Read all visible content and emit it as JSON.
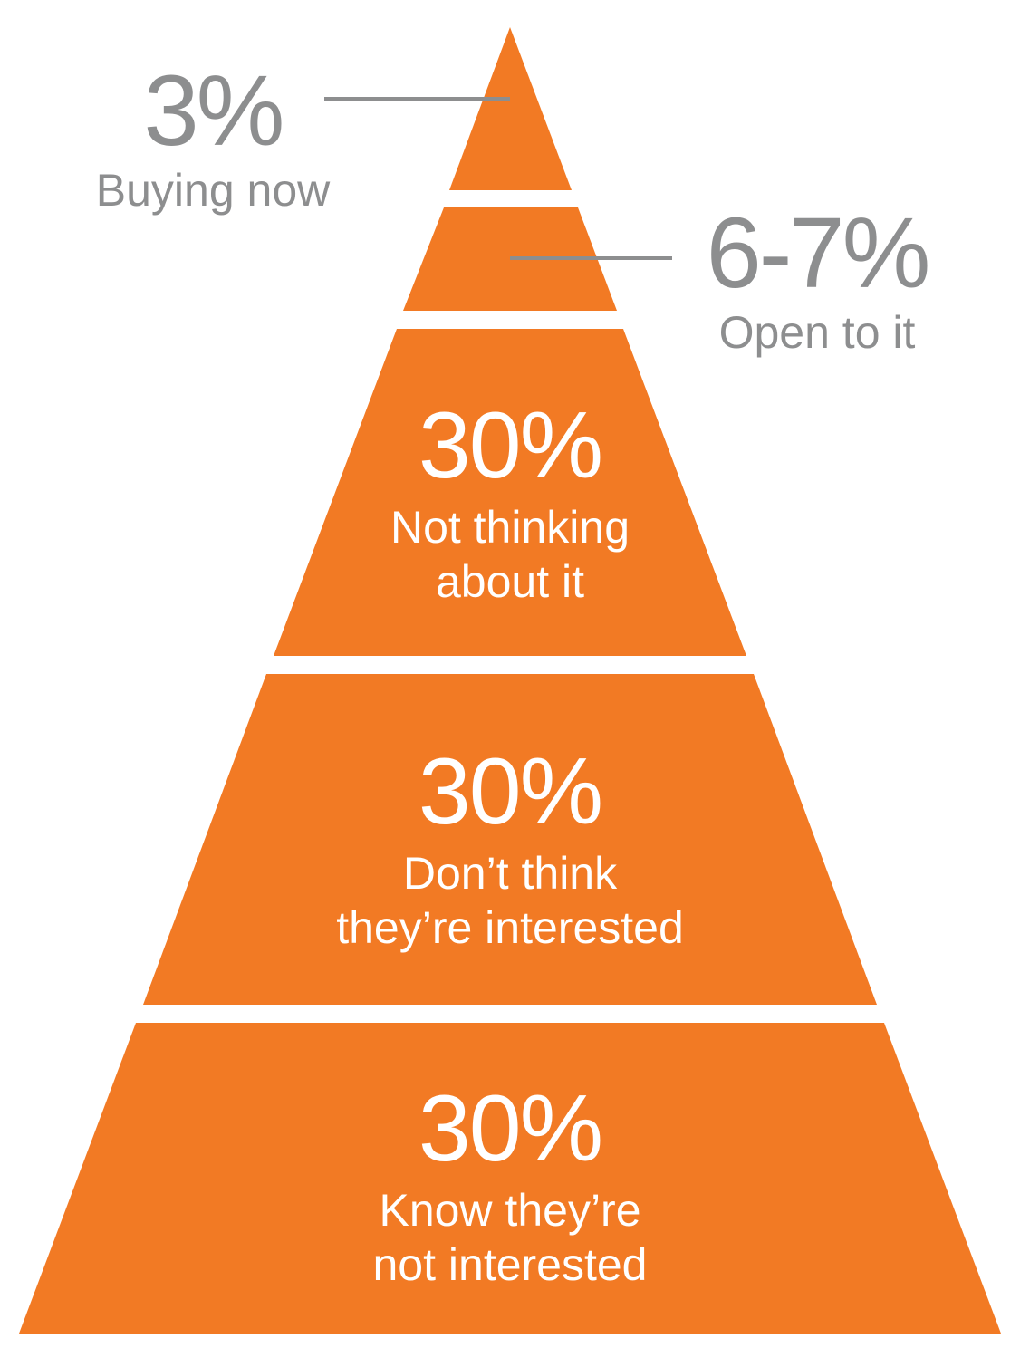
{
  "colors": {
    "tier_fill": "#f27a24",
    "callout_text": "#8d8e8f",
    "leader_line": "#8d8e8f",
    "tier_text": "#ffffff"
  },
  "tiers": [
    {
      "percent": "3%",
      "label_lines": [
        "Buying now"
      ]
    },
    {
      "percent": "6-7%",
      "label_lines": [
        "Open to it"
      ]
    },
    {
      "percent": "30%",
      "label_lines": [
        "Not thinking",
        "about it"
      ]
    },
    {
      "percent": "30%",
      "label_lines": [
        "Don’t think",
        "they’re interested"
      ]
    },
    {
      "percent": "30%",
      "label_lines": [
        "Know they’re",
        "not interested"
      ]
    }
  ]
}
